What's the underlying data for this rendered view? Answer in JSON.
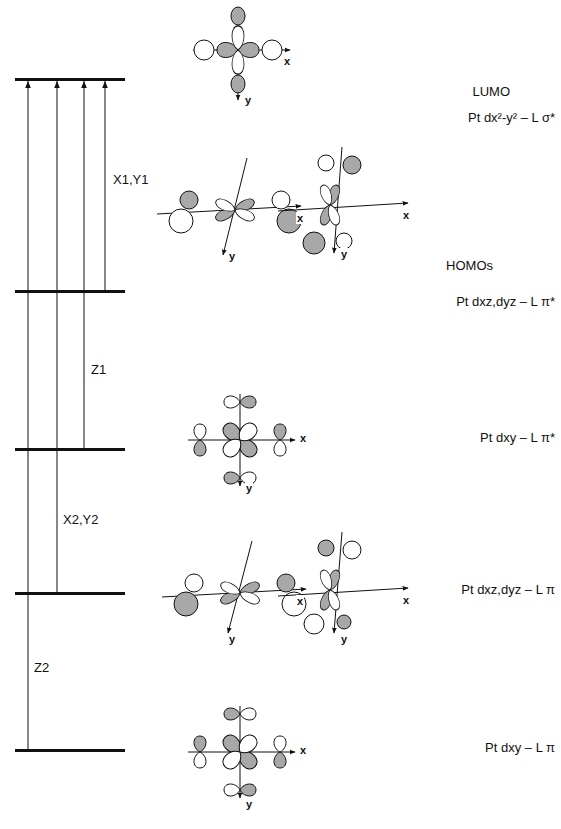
{
  "diagram": {
    "nodes": [
      {
        "text": [
          "LUMO",
          "Pt dx²-y² – L σ*"
        ]
      },
      {
        "text": [
          "HOMOs",
          "Pt dxz,dyz – L π*"
        ]
      },
      {
        "text": [
          "Pt dxy – L π*"
        ]
      },
      {
        "text": [
          "Pt dxz,dyz – L π"
        ]
      },
      {
        "text": [
          "Pt dxy – L π"
        ]
      }
    ],
    "edges": [
      {
        "from": 1,
        "to": 0,
        "arrow": "to",
        "label": "X1,Y1"
      },
      {
        "from": 2,
        "to": 0,
        "arrow": "to",
        "label": "Z1"
      },
      {
        "from": 3,
        "to": 0,
        "arrow": "to",
        "label": "X2,Y2"
      },
      {
        "from": 4,
        "to": 0,
        "arrow": "to",
        "label": "Z2"
      }
    ],
    "labels": [
      "x",
      "y",
      "x",
      "y",
      "x",
      "y",
      "x",
      "y",
      "x",
      "y",
      "x",
      "y",
      "x",
      "y"
    ]
  }
}
